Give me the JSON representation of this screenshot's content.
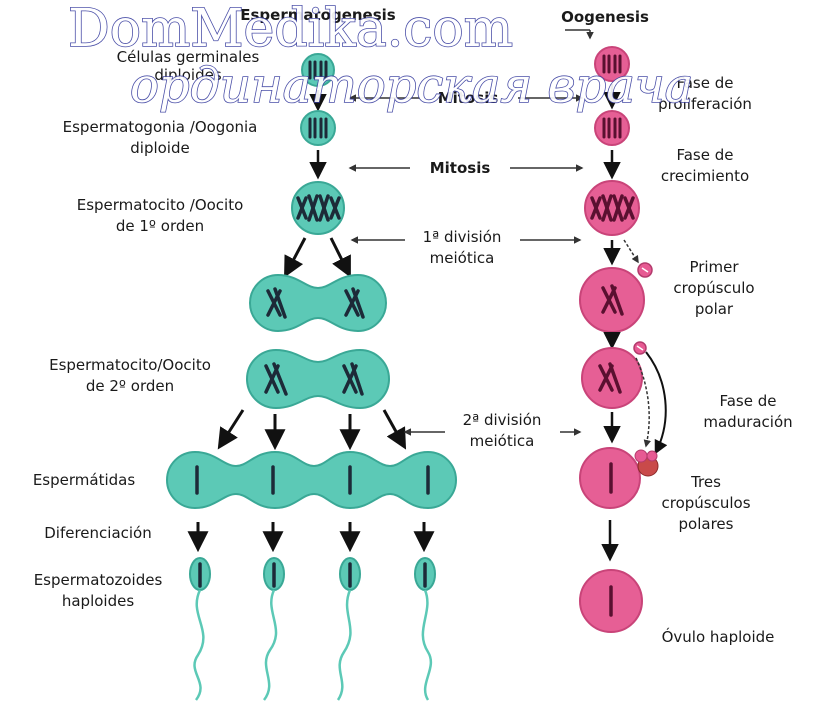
{
  "headers": {
    "spermatogenesis": "Espermatogenesis",
    "oogenesis": "Oogenesis"
  },
  "labels_left": {
    "germ_cells_1": "Células germinales",
    "germ_cells_2": "diploides",
    "spermatogonia_1": "Espermatogonia /Oogonia",
    "spermatogonia_2": "diploide",
    "spermatocyte1_1": "Espermatocito /Oocito",
    "spermatocyte1_2": "de 1º orden",
    "spermatocyte2_1": "Espermatocito/Oocito",
    "spermatocyte2_2": "de 2º orden",
    "spermatids": "Espermátidas",
    "differentiation": "Diferenciación",
    "spermatozoa_1": "Espermatozoides",
    "spermatozoa_2": "haploides"
  },
  "labels_center": {
    "mitosis_top": "Mitosis",
    "mitosis": "Mitosis",
    "meiosis1_1": "1ª división",
    "meiosis1_2": "meiótica",
    "meiosis2_1": "2ª división",
    "meiosis2_2": "meiótica"
  },
  "labels_right": {
    "proliferation_1": "Fase de",
    "proliferation_2": "proliferación",
    "growth_1": "Fase de",
    "growth_2": "crecimiento",
    "polar1_1": "Primer",
    "polar1_2": "cropúsculo",
    "polar1_3": "polar",
    "maturation_1": "Fase de",
    "maturation_2": "maduración",
    "polar3_1": "Tres",
    "polar3_2": "cropúsculos",
    "polar3_3": "polares",
    "ovum": "Óvulo haploide"
  },
  "watermark": {
    "line1": "DomMedika.com",
    "line2": "ординаторская врача"
  },
  "colors": {
    "sperm_cell": "#5cc9b6",
    "sperm_cell_stroke": "#3aa896",
    "egg_cell": "#e65f95",
    "egg_cell_stroke": "#c94479",
    "chromosome": "#1d2a38",
    "arrow": "#111111",
    "polar_body": "#e75a93",
    "watermark": "#3a3fa0"
  }
}
